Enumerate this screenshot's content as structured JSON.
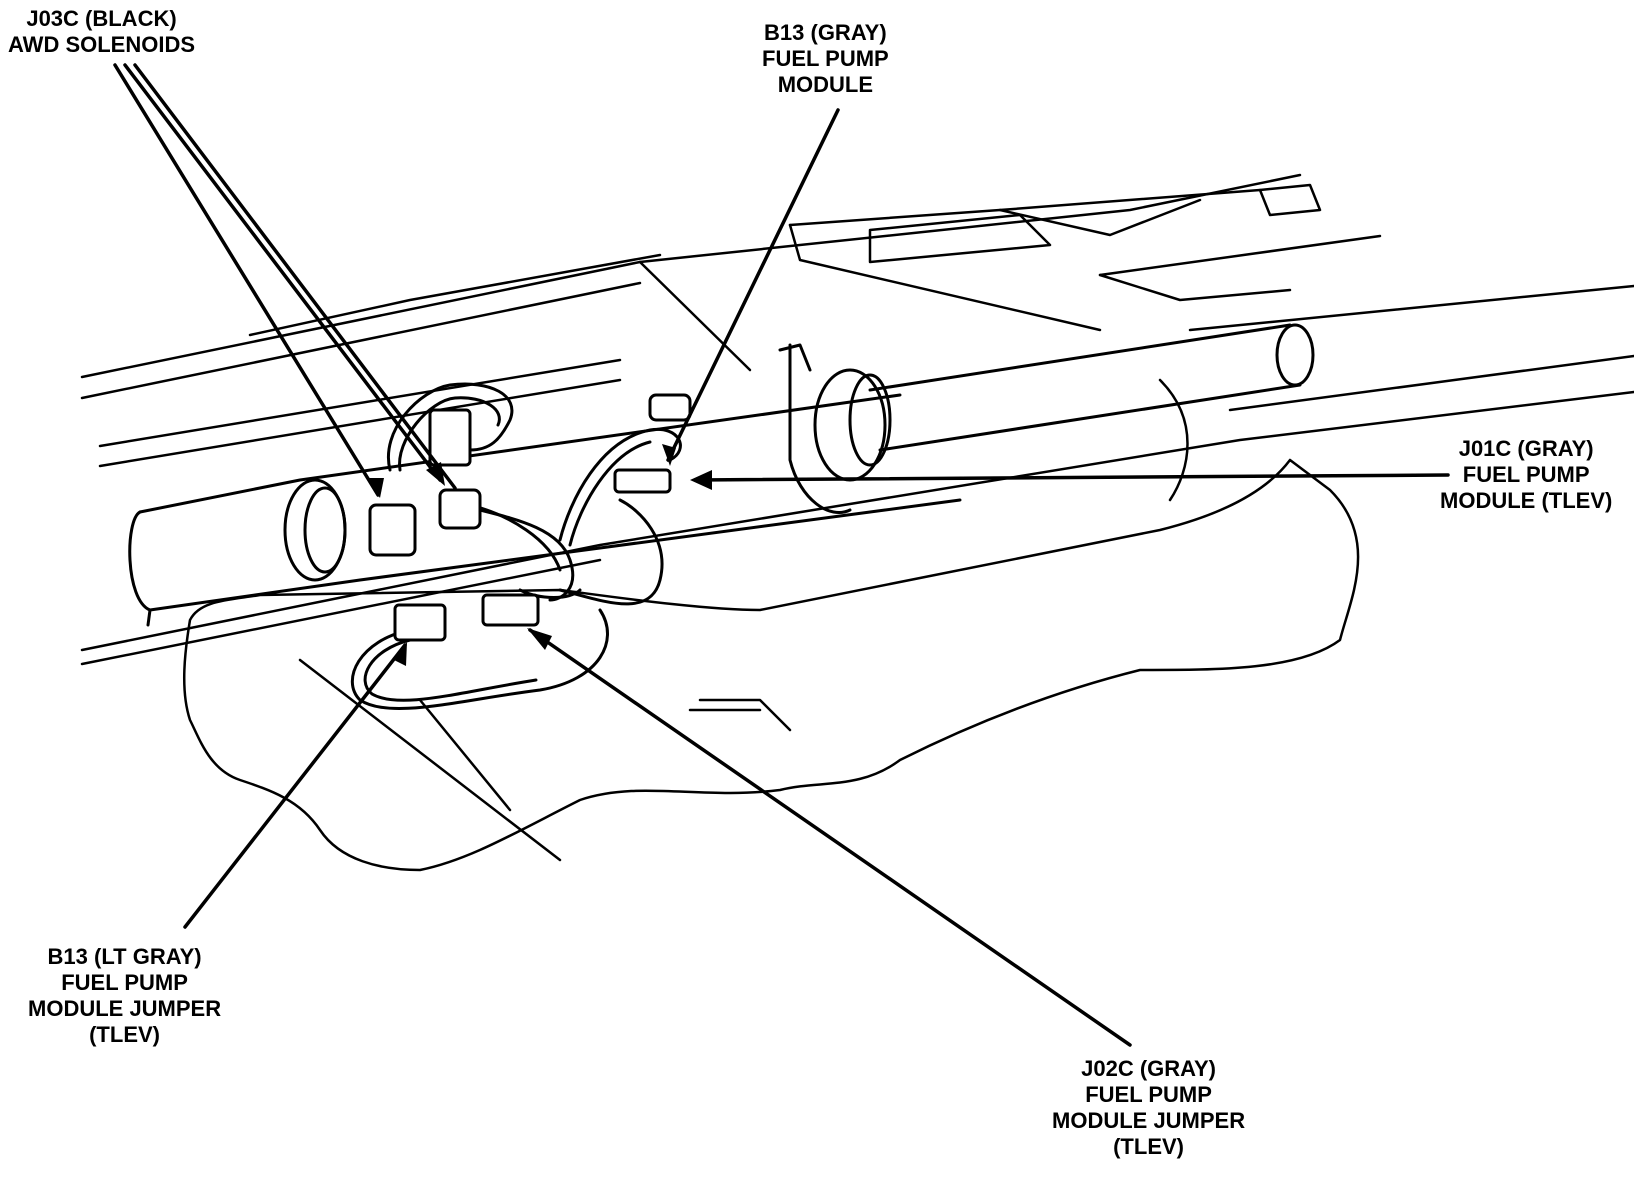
{
  "labels": {
    "j03c": {
      "lines": [
        "J03C (BLACK)",
        "AWD SOLENOIDS"
      ]
    },
    "b13_gray": {
      "lines": [
        "B13 (GRAY)",
        "FUEL PUMP",
        "MODULE"
      ]
    },
    "j01c": {
      "lines": [
        "J01C (GRAY)",
        "FUEL PUMP",
        "MODULE (TLEV)"
      ]
    },
    "b13_lt_gray": {
      "lines": [
        "B13 (LT GRAY)",
        "FUEL PUMP",
        "MODULE JUMPER",
        "(TLEV)"
      ]
    },
    "j02c": {
      "lines": [
        "J02C (GRAY)",
        "FUEL PUMP",
        "MODULE JUMPER",
        "(TLEV)"
      ]
    }
  },
  "colors": {
    "ink": "#000000",
    "paper": "#ffffff"
  }
}
